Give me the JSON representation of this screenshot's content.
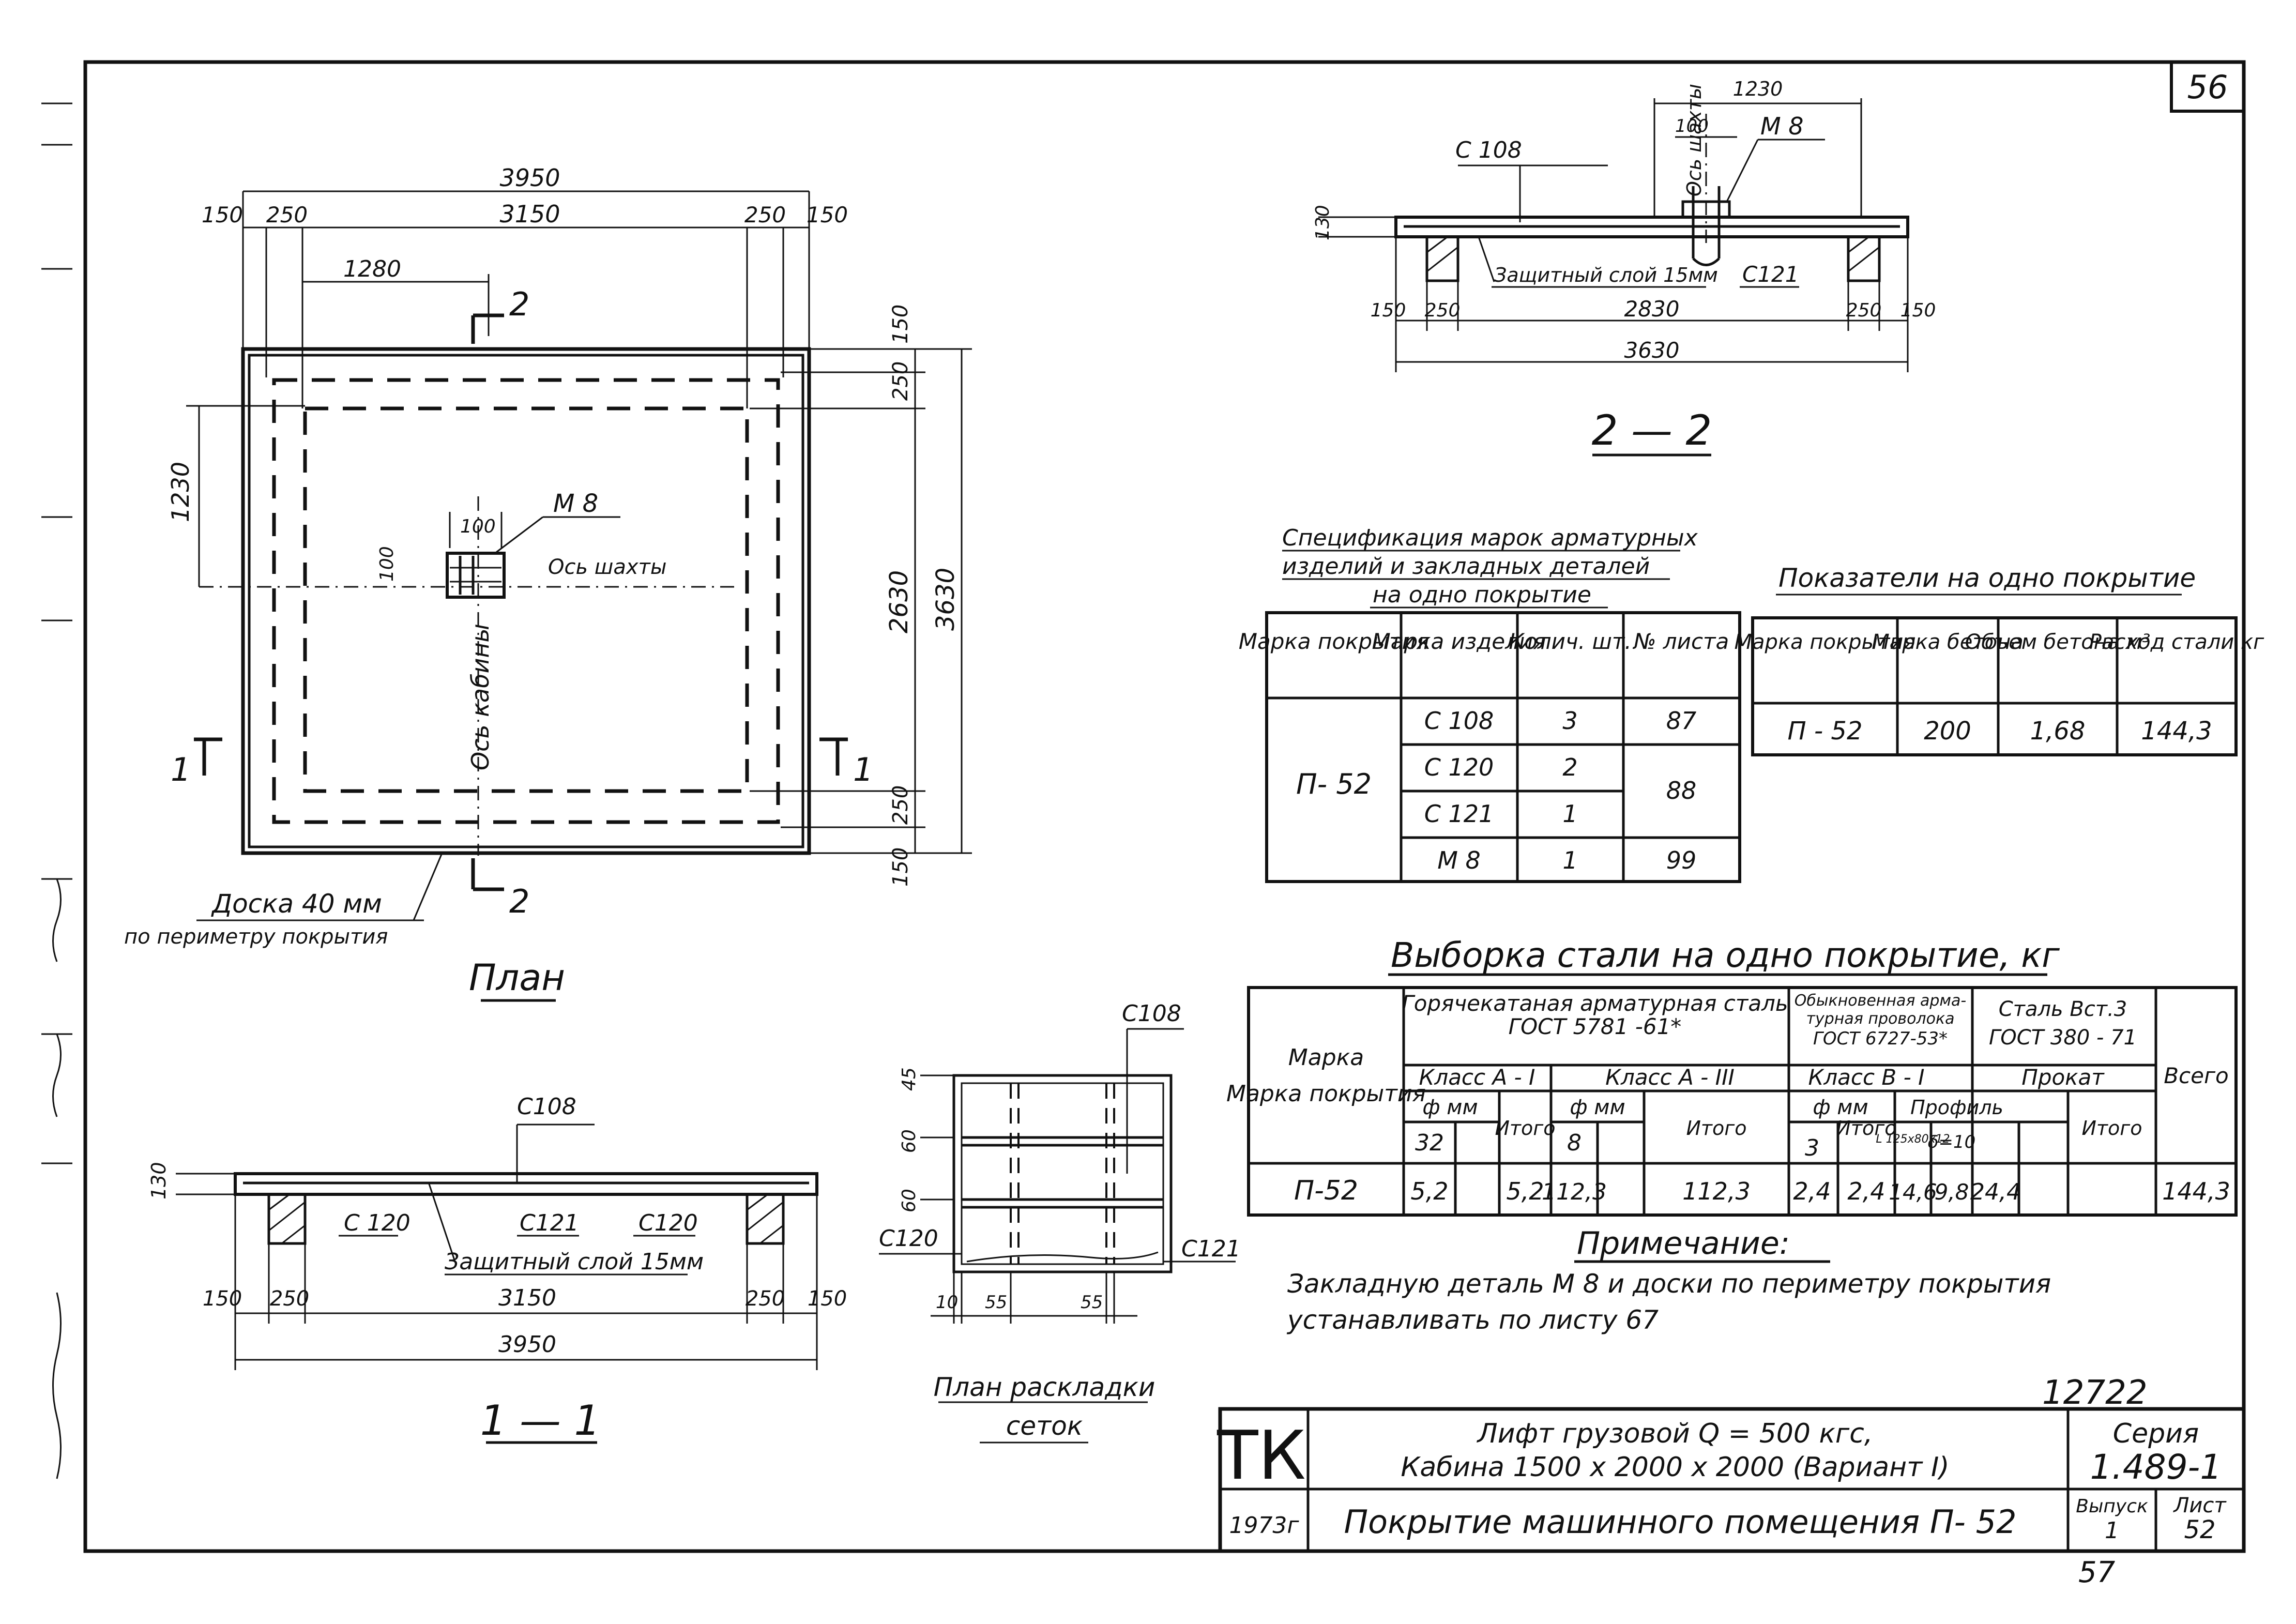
{
  "sheet_number_top": "56",
  "plan": {
    "title": "План",
    "dims": {
      "d3950": "3950",
      "d150": "150",
      "d250": "250",
      "d3150": "3150",
      "d1280": "1280",
      "d1230": "1230",
      "d2630": "2630",
      "d3630": "3630",
      "d100": "100",
      "d100b": "100",
      "d150r": "150"
    },
    "section_2": "2",
    "section_1": "1",
    "insert_label": "М 8",
    "shaft_axis": "Ось шахты",
    "cabin_axis": "Ось кабины",
    "board_note_1": "Доска 40 мм",
    "board_note_2": "по периметру покрытия"
  },
  "section_11": {
    "title": "1 — 1",
    "c108": "С108",
    "c120a": "С 120",
    "c121": "С121",
    "c120b": "С120",
    "protective_layer": "Защитный слой 15мм",
    "dims": {
      "d130": "130",
      "d150": "150",
      "d250": "250",
      "d3150": "3150",
      "d3950": "3950"
    }
  },
  "section_22": {
    "title": "2 — 2",
    "c108": "С 108",
    "m8": "М 8",
    "c121": "С121",
    "shaft_axis": "Ось шахты",
    "protective_layer": "Защитный слой 15мм",
    "dims": {
      "d1230": "1230",
      "d100": "100",
      "d130": "130",
      "d150": "150",
      "d250": "250",
      "d2830": "2830",
      "d3630": "3630"
    }
  },
  "mesh_plan": {
    "title_1": "План раскладки",
    "title_2": "сеток",
    "c108": "С108",
    "c120": "С120",
    "c121": "С121",
    "dims": {
      "d45": "45",
      "d60a": "60",
      "d60b": "60",
      "d10": "10",
      "d55a": "55",
      "d55b": "55"
    }
  },
  "spec_table": {
    "title_1": "Спецификация марок арматурных",
    "title_2": "изделий и закладных деталей",
    "title_3": "на одно покрытие",
    "headers": [
      "Марка покрытия",
      "Марка изделия",
      "Колич. шт.",
      "№ листа"
    ],
    "mark": "П- 52",
    "rows": [
      {
        "item": "С 108",
        "qty": "3",
        "sheet": "87"
      },
      {
        "item": "С 120",
        "qty": "2",
        "sheet": "88"
      },
      {
        "item": "С 121",
        "qty": "1",
        "sheet": ""
      },
      {
        "item": "М 8",
        "qty": "1",
        "sheet": "99"
      }
    ]
  },
  "indicators": {
    "title": "Показатели на одно покрытие",
    "headers": [
      "Марка покрытия",
      "Марка бетона",
      "Объем бетона м³",
      "Расход стали кг"
    ],
    "row": [
      "П - 52",
      "200",
      "1,68",
      "144,3"
    ]
  },
  "steel_table": {
    "title": "Выборка стали на одно покрытие, кг",
    "h_mark": "Марка покрытия",
    "h_hot_1": "Горячекатаная арматурная сталь",
    "h_hot_2": "ГОСТ 5781 -61*",
    "h_wire_1": "Обыкновенная арма-",
    "h_wire_2": "турная проволока",
    "h_wire_3": "ГОСТ 6727-53*",
    "h_vst_1": "Сталь Вст.3",
    "h_vst_2": "ГОСТ 380 - 71",
    "h_total": "Всего",
    "h_class_a1": "Класс А - I",
    "h_class_a3": "Класс А - III",
    "h_class_b1": "Класс В - I",
    "h_prokat": "Прокат",
    "h_phi": "ф мм",
    "h_profile": "Профиль",
    "h_itogo": "Итого",
    "h_d32": "32",
    "h_d8": "8",
    "h_d3": "3",
    "h_angle": "L 125x80x12",
    "h_delta": "δ=10",
    "row": [
      "П-52",
      "5,2",
      "5,2",
      "112,3",
      "112,3",
      "2,4",
      "2,4",
      "14,6",
      "9,8",
      "24,4",
      "144,3"
    ]
  },
  "note": {
    "title": "Примечание:",
    "line_1": "Закладную деталь М 8 и доски по периметру покрытия",
    "line_2": "устанавливать по листу 67"
  },
  "stamp": {
    "archive_number": "12722",
    "org": "ТК",
    "year": "1973г",
    "title_1": "Лифт грузовой Q = 500 кгс,",
    "title_2": "Кабина 1500 x 2000 x 2000 (Вариант I)",
    "title_3": "Покрытие машинного помещения П- 52",
    "series_label": "Серия",
    "series_value": "1.489-1",
    "issue_label": "Выпуск",
    "issue_value": "1",
    "sheet_label": "Лист",
    "sheet_value": "52",
    "bottom_number": "57"
  }
}
